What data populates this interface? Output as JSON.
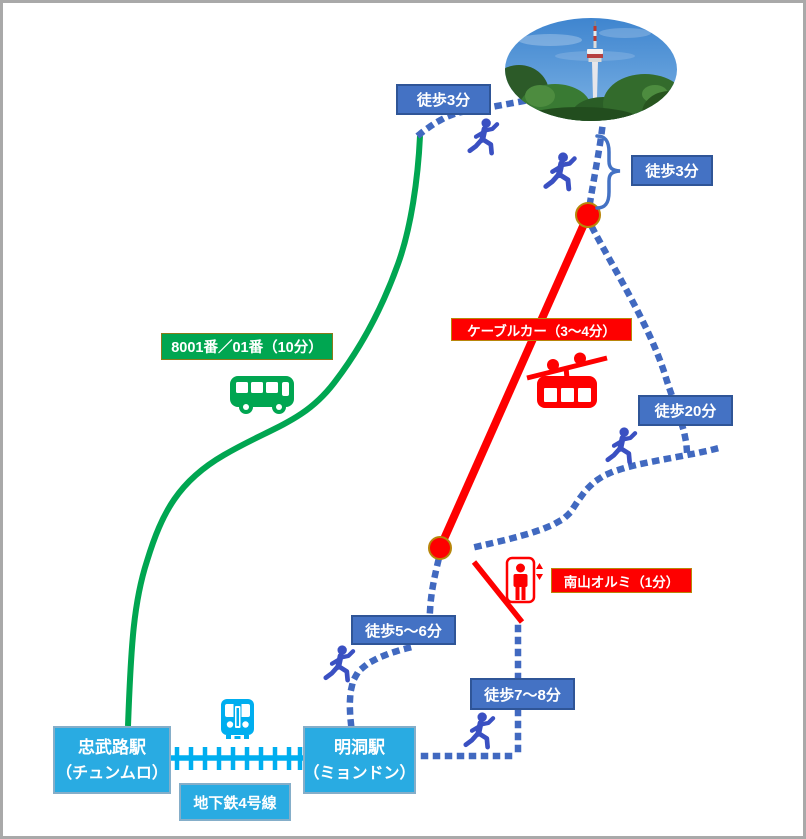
{
  "labels": {
    "walk3_top": "徒歩3分",
    "walk3_tower": "徒歩3分",
    "cable_car": "ケーブルカー（3～4分）",
    "bus_route": "8001番／01番（10分）",
    "walk20": "徒歩20分",
    "namsan_oreumi": "南山オルミ（1分）",
    "walk56": "徒歩5～6分",
    "walk78": "徒歩7～8分",
    "subway_line": "地下鉄4号線"
  },
  "stations": {
    "chungmuro": {
      "name": "忠武路駅",
      "reading": "（チュンムロ）"
    },
    "myeongdong": {
      "name": "明洞駅",
      "reading": "（ミョンドン）"
    }
  },
  "icons": {
    "walker": "walking-person-icon",
    "bus": "bus-icon",
    "cable_car": "cable-car-gondola-icon",
    "elevator": "elevator-icon",
    "train": "train-icon",
    "photo": "n-seoul-tower-photo"
  },
  "colors": {
    "walk_blue": "#4472C4",
    "person_blue": "#3A50C2",
    "route_green": "#00A651",
    "route_red": "#FE0000",
    "station_cyan": "#29ABE2",
    "rail_cyan": "#00AEEF",
    "node_border_gold": "#B8860B"
  }
}
